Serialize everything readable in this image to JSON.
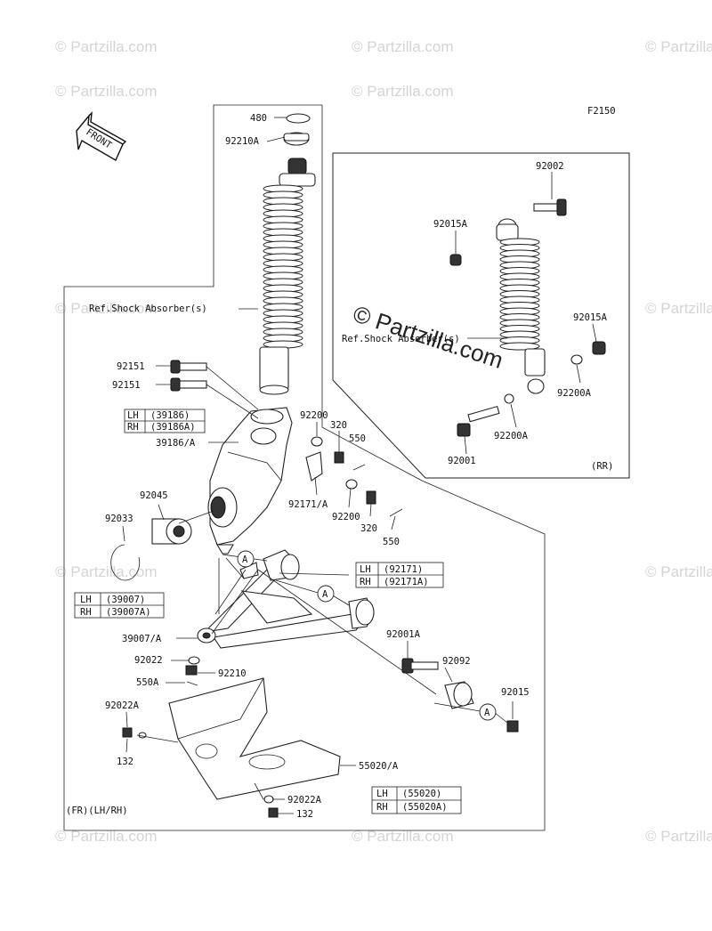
{
  "figure_code": "F2150",
  "front_label": "FRONT",
  "watermark": "© Partzilla.com",
  "watermark_center": "© Partzilla.com",
  "ref_front": "Ref.Shock Absorber(s)",
  "ref_rear": "Ref.Shock Absorber(s)",
  "rear_tag": "(RR)",
  "front_tag": "(FR)(LH/RH)",
  "callout_A": "A",
  "parts": {
    "p480": "480",
    "p92210A": "92210A",
    "p92151a": "92151",
    "p92151b": "92151",
    "p92200a": "92200",
    "p320a": "320",
    "p550a": "550",
    "p39186A": "39186/A",
    "p92045": "92045",
    "p92033": "92033",
    "p92171A": "92171/A",
    "p92200b": "92200",
    "p320b": "320",
    "p550b": "550",
    "p39007A": "39007/A",
    "p92022": "92022",
    "p92210": "92210",
    "p550A": "550A",
    "p92022Aa": "92022A",
    "p132a": "132",
    "p55020A": "55020/A",
    "p92022Ab": "92022A",
    "p132b": "132",
    "p92001A": "92001A",
    "p92092": "92092",
    "p92015": "92015",
    "p92002": "92002",
    "p92015Aa": "92015A",
    "p92015Ab": "92015A",
    "p92200Aa": "92200A",
    "p92200Ab": "92200A",
    "p92001": "92001"
  },
  "tables": {
    "t39186": [
      [
        "LH",
        "(39186)"
      ],
      [
        "RH",
        "(39186A)"
      ]
    ],
    "t92171": [
      [
        "LH",
        "(92171)"
      ],
      [
        "RH",
        "(92171A)"
      ]
    ],
    "t39007": [
      [
        "LH",
        "(39007)"
      ],
      [
        "RH",
        "(39007A)"
      ]
    ],
    "t55020": [
      [
        "LH",
        "(55020)"
      ],
      [
        "RH",
        "(55020A)"
      ]
    ]
  }
}
